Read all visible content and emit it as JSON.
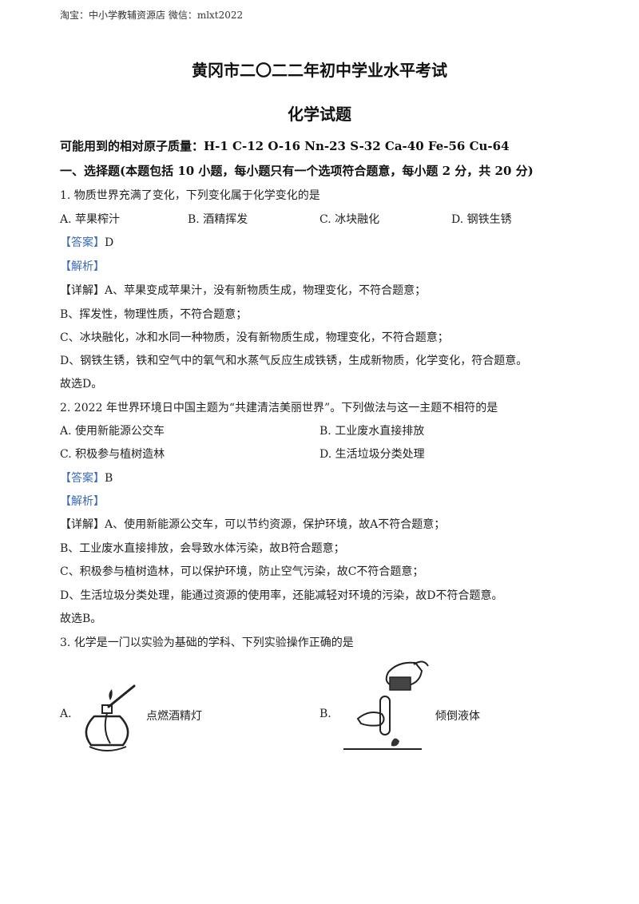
{
  "header": "淘宝：中小学教辅资源店   微信：mlxt2022",
  "title": "黄冈市二〇二二年初中学业水平考试",
  "subtitle": "化学试题",
  "atomic_masses": "可能用到的相对原子质量：H-1   C-12   O-16   Nn-23   S-32   Ca-40   Fe-56   Cu-64",
  "section": "一、选择题(本题包括 10 小题，每小题只有一个选项符合题意，每小题 2 分，共 20 分)",
  "q1": {
    "stem": "1. 物质世界充满了变化，下列变化属于化学变化的是",
    "options": [
      "A. 苹果榨汁",
      "B. 酒精挥发",
      "C. 冰块融化",
      "D. 钢铁生锈"
    ],
    "answer_tag": "【答案】",
    "answer": "D",
    "analysis_tag": "【解析】",
    "detail_tag": "【详解】",
    "detail_a": "A、苹果变成苹果汁，没有新物质生成，物理变化，不符合题意；",
    "detail_b": "B、挥发性，物理性质，不符合题意；",
    "detail_c": "C、冰块融化，冰和水同一种物质，没有新物质生成，物理变化，不符合题意；",
    "detail_d": "D、钢铁生锈，铁和空气中的氧气和水蒸气反应生成铁锈，生成新物质，化学变化，符合题意。",
    "conclusion": "故选D。"
  },
  "q2": {
    "stem": "2. 2022 年世界环境日中国主题为“共建清洁美丽世界”。下列做法与这一主题不相符的是",
    "options": [
      "A.  使用新能源公交车",
      "B.  工业废水直接排放",
      "C.  积极参与植树造林",
      "D.  生活垃圾分类处理"
    ],
    "answer_tag": "【答案】",
    "answer": "B",
    "analysis_tag": "【解析】",
    "detail_tag": "【详解】",
    "detail_a": "A、使用新能源公交车，可以节约资源，保护环境，故A不符合题意；",
    "detail_b": "B、工业废水直接排放，会导致水体污染，故B符合题意；",
    "detail_c": "C、积极参与植树造林，可以保护环境，防止空气污染，故C不符合题意；",
    "detail_d": "D、生活垃圾分类处理，能通过资源的使用率，还能减轻对环境的污染，故D不符合题意。",
    "conclusion": "故选B。"
  },
  "q3": {
    "stem": "3. 化学是一门以实验为基础的学科、下列实验操作正确的是",
    "option_a_letter": "A.",
    "option_a_label": "点燃酒精灯",
    "option_b_letter": "B.",
    "option_b_label": "倾倒液体"
  }
}
